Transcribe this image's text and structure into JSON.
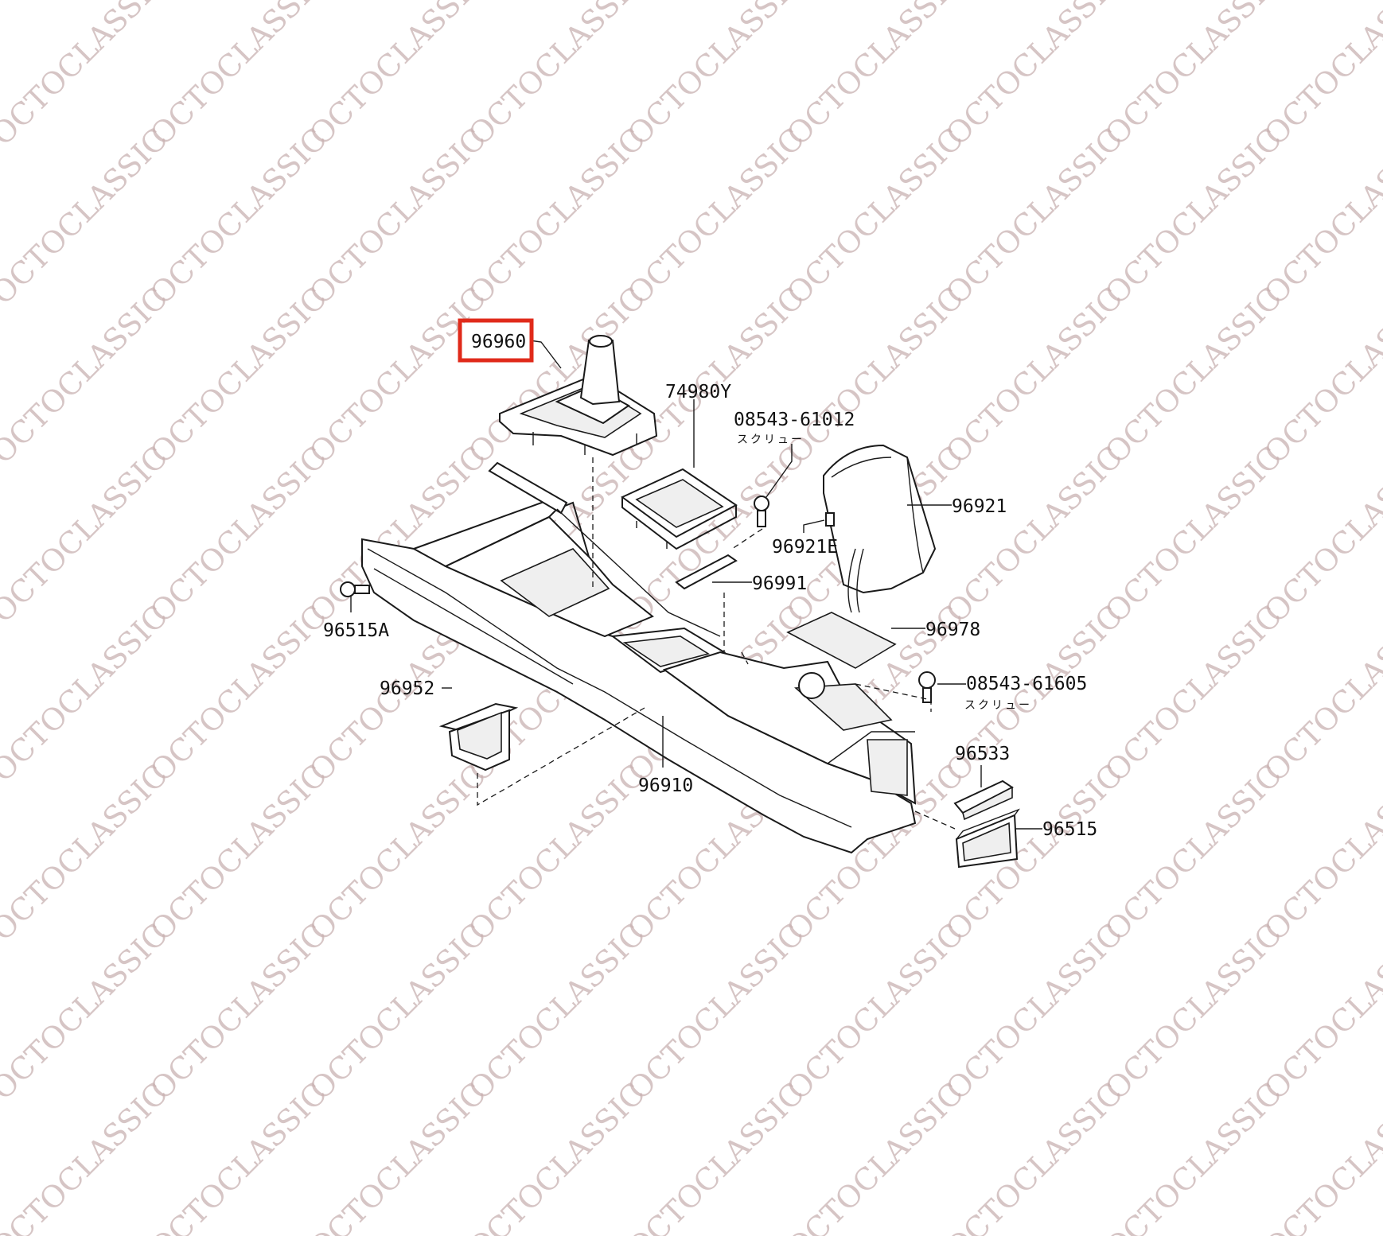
{
  "watermark": {
    "text": "OCTOCLASSIC"
  },
  "highlight": {
    "part_number": "96960",
    "color": "#e02a1a"
  },
  "labels": {
    "p96960": "96960",
    "p74980y": "74980Y",
    "p08543_61012": "08543-61012",
    "p08543_61012_jp": "スクリュー",
    "p96921": "96921",
    "p96921e": "96921E",
    "p96991": "96991",
    "p96515a": "96515A",
    "p96978": "96978",
    "p96952": "96952",
    "p08543_61605": "08543-61605",
    "p08543_61605_jp": "スクリュー",
    "p96533": "96533",
    "p96910": "96910",
    "p96515": "96515"
  }
}
